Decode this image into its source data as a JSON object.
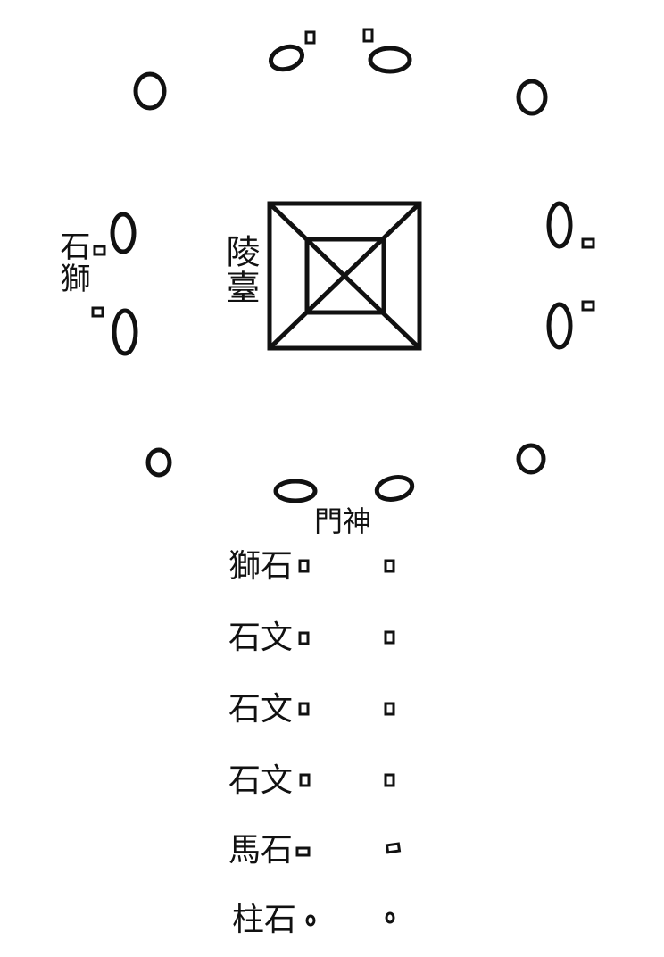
{
  "labels": {
    "tomb_mound": "陵臺",
    "stone_lion": "石獅",
    "gate_guardian": "門神",
    "row_lion": "獅石",
    "row_civil_1": "石文",
    "row_civil_2": "石文",
    "row_civil_3": "石文",
    "row_horse": "馬石",
    "row_pillar": "柱石"
  },
  "colors": {
    "ink": "#111111",
    "paper": "#ffffff"
  }
}
